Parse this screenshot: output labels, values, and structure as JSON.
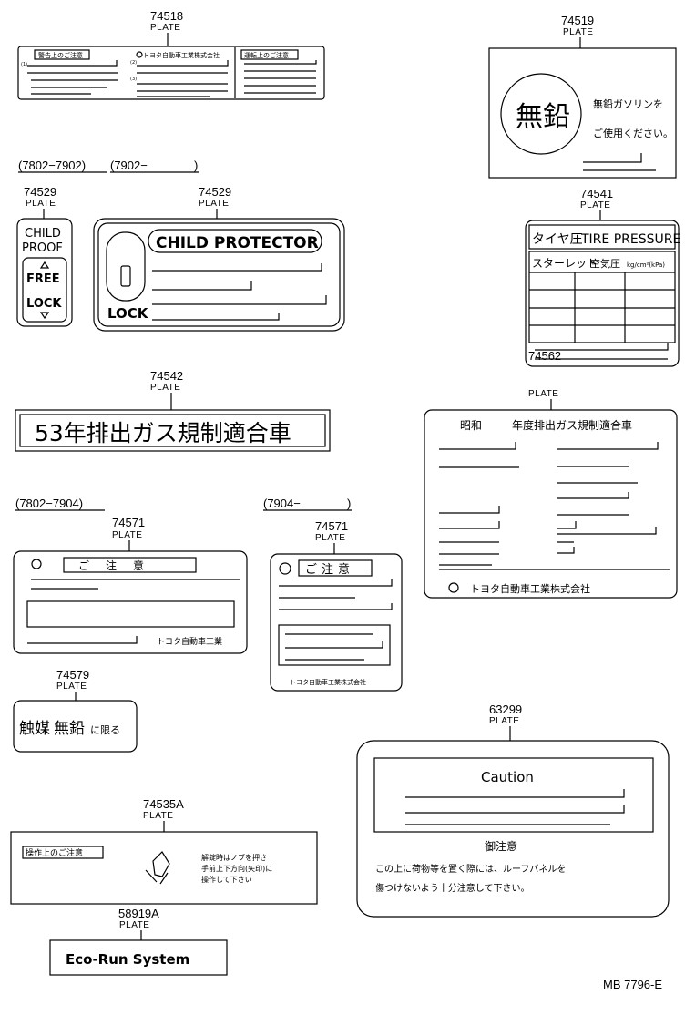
{
  "parts": [
    {
      "number": "74518",
      "label": "PLATE",
      "texts": [
        "警告上のご注意",
        "トヨタ自動車工業株式会社",
        "運転上のご注意"
      ]
    },
    {
      "number": "74519",
      "label": "PLATE",
      "texts": [
        "無鉛",
        "無鉛ガソリンを",
        "ご使用ください。"
      ]
    },
    {
      "number": "74529",
      "label": "PLATE",
      "texts": [
        "CHILD",
        "PROOF",
        "FREE",
        "LOCK"
      ]
    },
    {
      "number": "74529",
      "label": "PLATE",
      "texts": [
        "CHILD PROTECTOR",
        "LOCK"
      ]
    },
    {
      "number": "74541",
      "label": "PLATE",
      "texts": [
        "タイヤ圧",
        "TIRE PRESSURE",
        "スターレット",
        "空気圧",
        "kg/cm²(kPa)"
      ]
    },
    {
      "number": "74542",
      "label": "PLATE",
      "texts": [
        "53年排出ガス規制適合車"
      ]
    },
    {
      "number": "74562",
      "label": "PLATE",
      "texts": [
        "昭和",
        "年度排出ガス規制適合車",
        "トヨタ自動車工業株式会社"
      ]
    },
    {
      "number": "74571",
      "label": "PLATE",
      "texts": [
        "ご注意",
        "トヨタ自動車工業"
      ]
    },
    {
      "number": "74571",
      "label": "PLATE",
      "texts": [
        "ご注意",
        "トヨタ自動車工業株式会社"
      ]
    },
    {
      "number": "74579",
      "label": "PLATE",
      "texts": [
        "触媒",
        "無鉛",
        "に限る"
      ]
    },
    {
      "number": "63299",
      "label": "PLATE",
      "texts": [
        "Caution",
        "御注意",
        "この上に荷物等を置く際には、ルーフパネルを",
        "傷つけないよう十分注意して下さい。"
      ]
    },
    {
      "number": "74535A",
      "label": "PLATE",
      "texts": [
        "操作上のご注意",
        "解錠時はノブを押さ",
        "手前上下方向(矢印)に",
        "操作して下さい"
      ]
    },
    {
      "number": "58919A",
      "label": "PLATE",
      "texts": [
        "Eco-Run System"
      ]
    }
  ],
  "ranges": {
    "r1a": "(7802−7902)",
    "r1b": "(7902−",
    "r1c": ")",
    "r2": "(7802−7904)",
    "r3a": "(7904−",
    "r3b": ")"
  },
  "small_marks": [
    "(1)",
    "(2)",
    "(3)"
  ],
  "footer": "MB  7796-E"
}
